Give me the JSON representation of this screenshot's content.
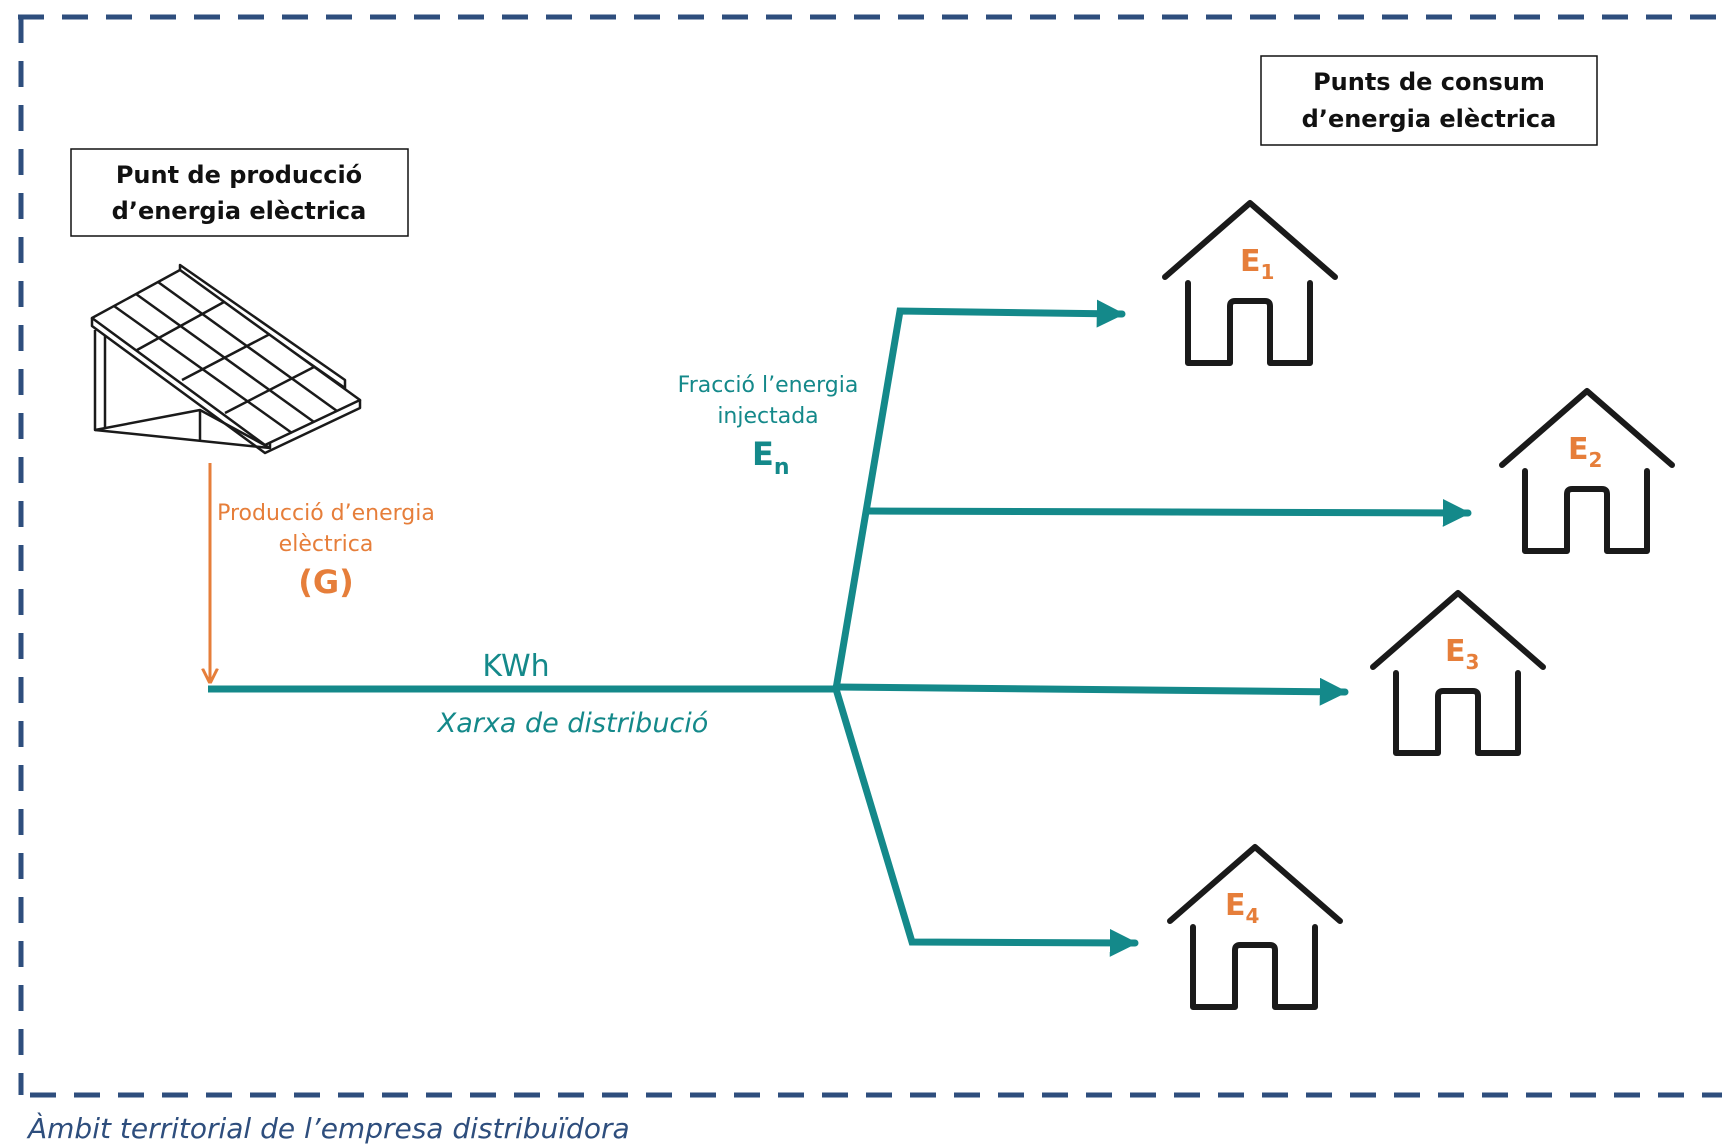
{
  "colors": {
    "border": "#2E4E7D",
    "grid_line": "#14898A",
    "production": "#E67E3A",
    "house_stroke": "#1a1a1a",
    "house_label": "#E67E3A"
  },
  "producer": {
    "label_line1": "Punt de producció",
    "label_line2": "d’energia elèctrica",
    "icon": "solar-panel-icon"
  },
  "consumers": {
    "label_line1": "Punts de consum",
    "label_line2": "d’energia elèctrica"
  },
  "production_flow": {
    "line1": "Producció d’energia",
    "line2": "elèctrica",
    "symbol": "(G)"
  },
  "grid": {
    "unit": "KWh",
    "label": "Xarxa de distribució"
  },
  "injected": {
    "line1": "Fracció l’energia",
    "line2": "injectada",
    "symbol_main": "E",
    "symbol_sub": "n"
  },
  "houses": [
    {
      "main": "E",
      "sub": "1",
      "icon": "house-icon"
    },
    {
      "main": "E",
      "sub": "2",
      "icon": "house-icon"
    },
    {
      "main": "E",
      "sub": "3",
      "icon": "house-icon"
    },
    {
      "main": "E",
      "sub": "4",
      "icon": "house-icon"
    }
  ],
  "footer": {
    "caption": "Àmbit territorial de l’empresa distribuïdora"
  }
}
